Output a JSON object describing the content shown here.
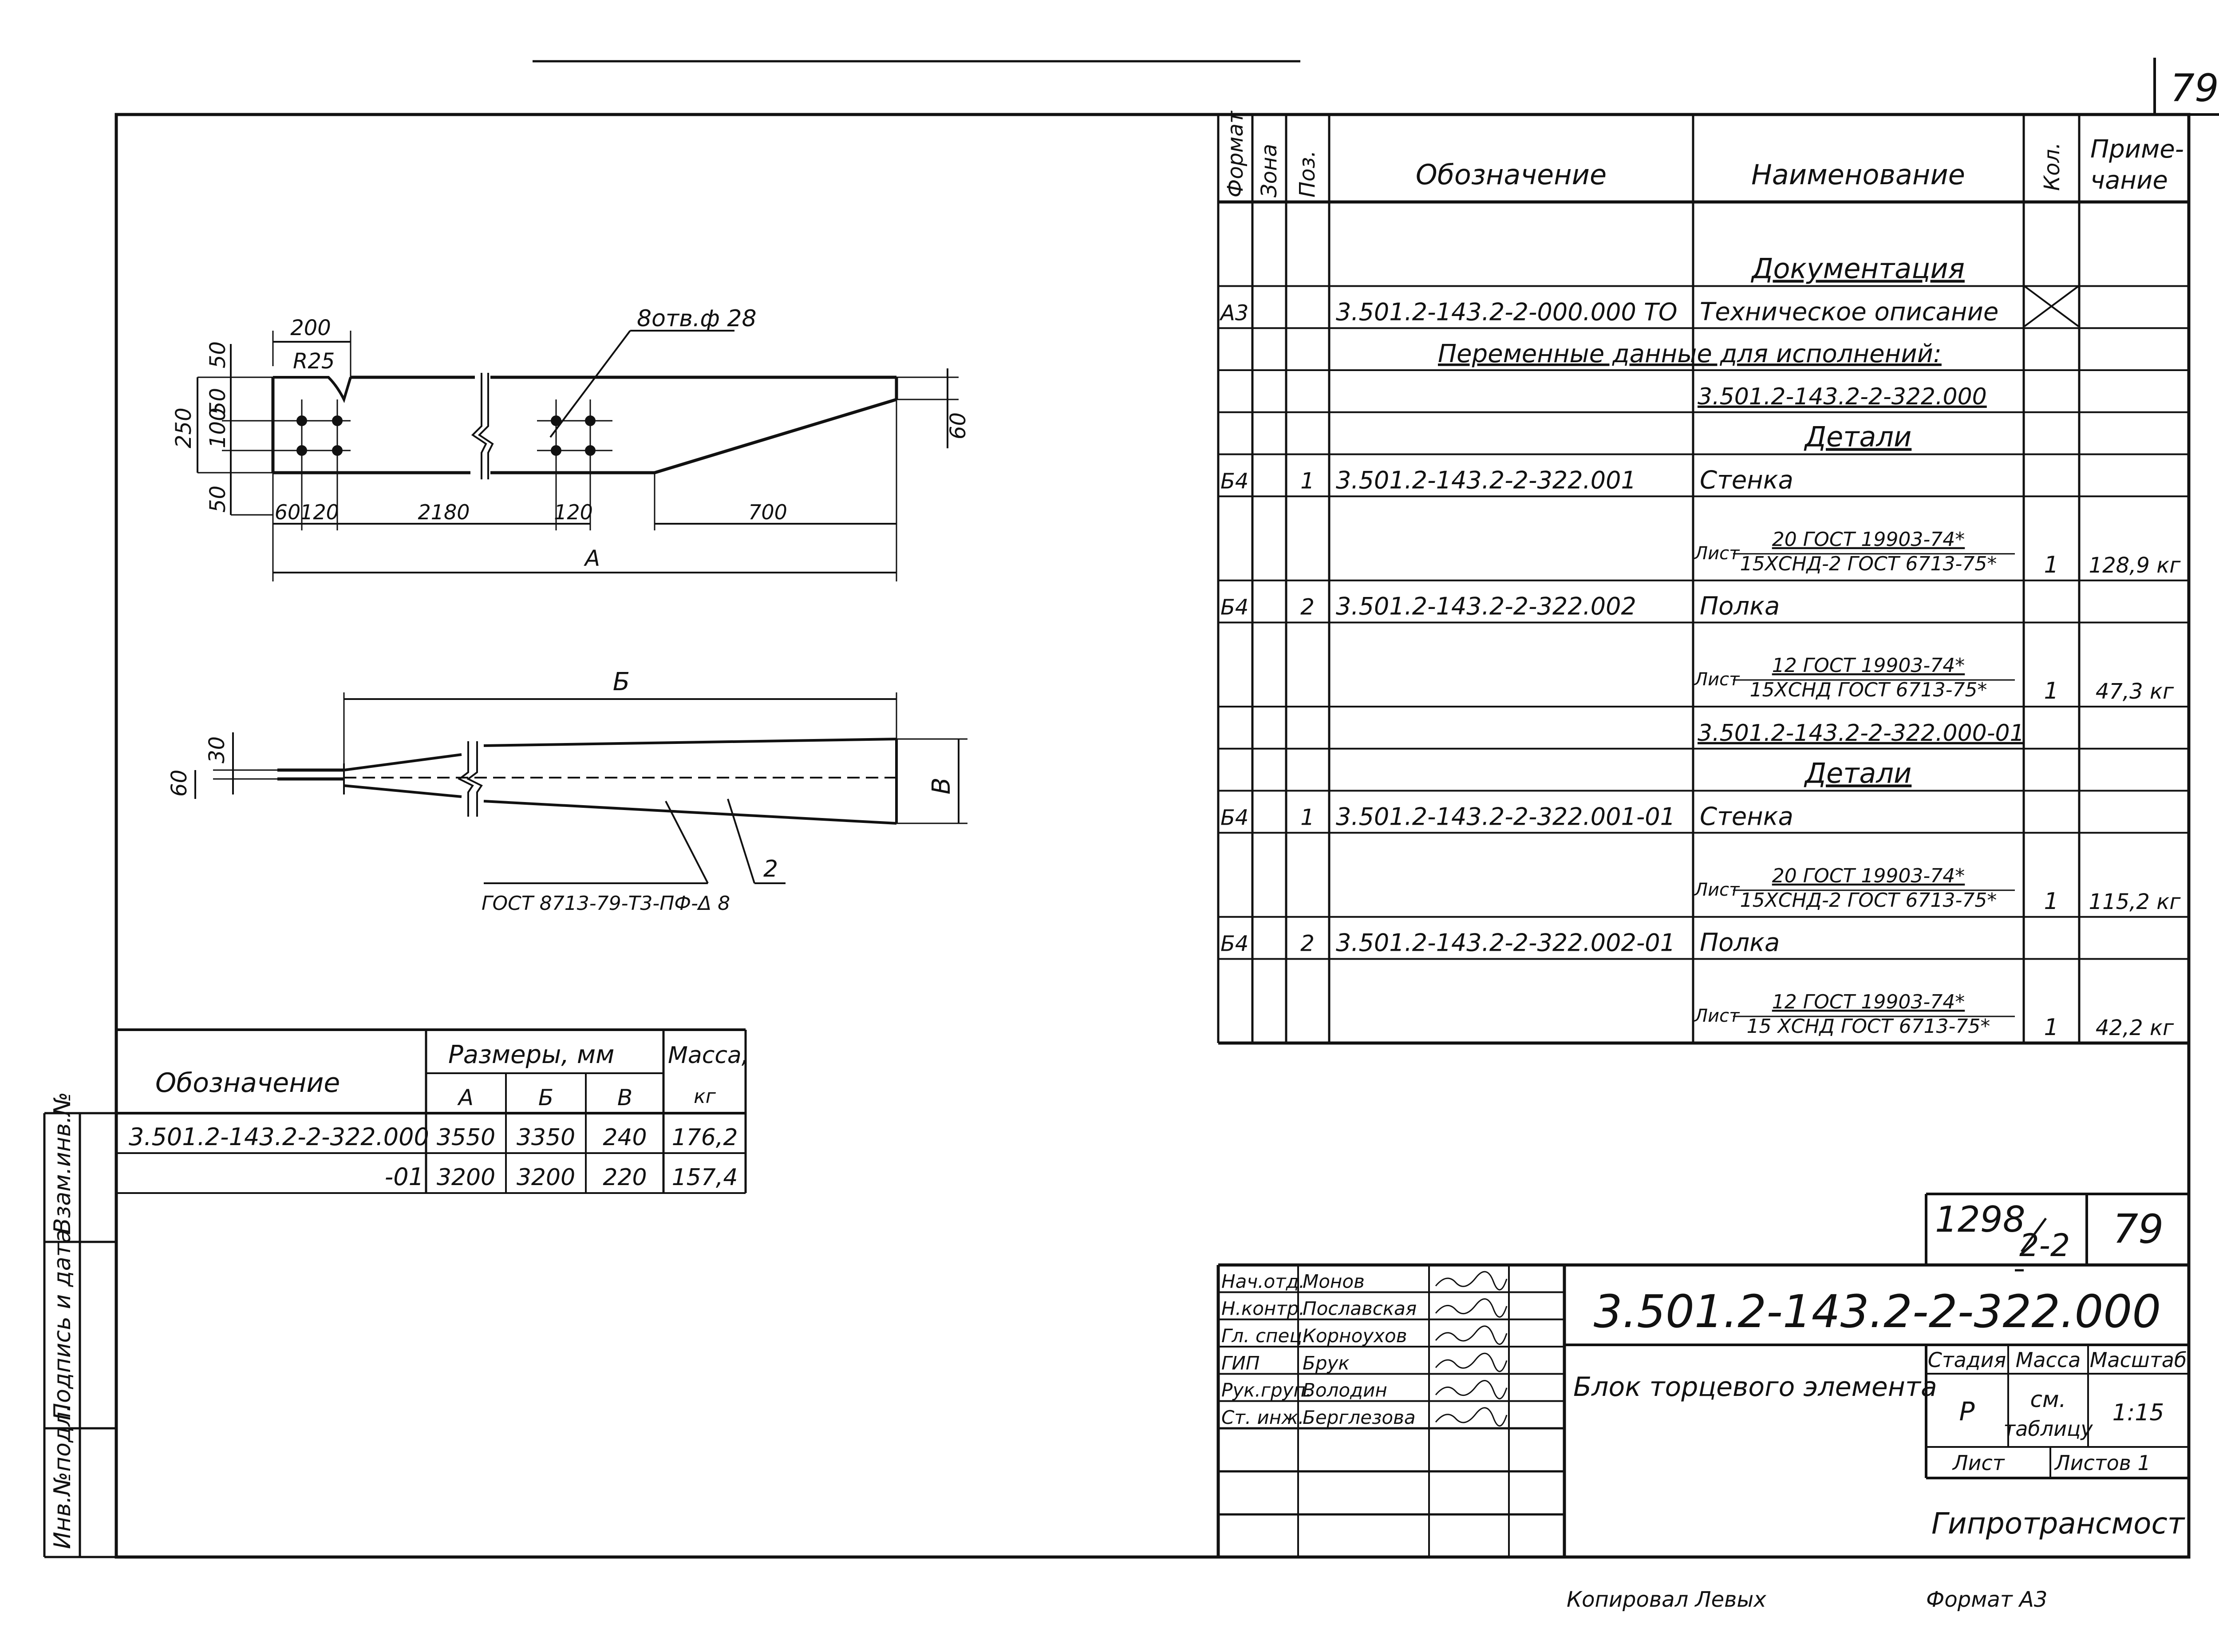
{
  "page_number": "79",
  "spec_header": {
    "format": "Формат",
    "zone": "Зона",
    "pos": "Поз.",
    "designation": "Обозначение",
    "name": "Наименование",
    "qty": "Кол.",
    "note1": "Приме-",
    "note2": "чание"
  },
  "spec_rows": [
    {
      "fmt": "",
      "zone": "",
      "pos": "",
      "designation": "",
      "name": "Документация",
      "qty": "",
      "note": "",
      "kind": "section"
    },
    {
      "fmt": "А3",
      "zone": "",
      "pos": "",
      "designation": "3.501.2-143.2-2-000.000 ТО",
      "name": "Техническое   описание",
      "qty": "",
      "note": "",
      "kind": "row"
    },
    {
      "fmt": "",
      "zone": "",
      "pos": "",
      "designation": "Переменные     данные для исполнений:",
      "name": "",
      "qty": "",
      "note": "",
      "kind": "span"
    },
    {
      "fmt": "",
      "zone": "",
      "pos": "",
      "designation": "",
      "name": "3.501.2-143.2-2-322.000",
      "qty": "",
      "note": "",
      "kind": "underlined"
    },
    {
      "fmt": "",
      "zone": "",
      "pos": "",
      "designation": "",
      "name": "Детали",
      "qty": "",
      "note": "",
      "kind": "section"
    },
    {
      "fmt": "Б4",
      "zone": "",
      "pos": "1",
      "designation": "3.501.2-143.2-2-322.001",
      "name": "Стенка",
      "qty": "",
      "note": "",
      "kind": "row"
    },
    {
      "fmt": "",
      "zone": "",
      "pos": "",
      "designation": "",
      "name_top": "20 ГОСТ 19903-74*",
      "name_bottom": "15ХСНД-2 ГОСТ 6713-75*",
      "prefix": "Лист",
      "qty": "1",
      "note": "128,9 кг",
      "kind": "fraction"
    },
    {
      "fmt": "Б4",
      "zone": "",
      "pos": "2",
      "designation": "3.501.2-143.2-2-322.002",
      "name": "Полка",
      "qty": "",
      "note": "",
      "kind": "row"
    },
    {
      "fmt": "",
      "zone": "",
      "pos": "",
      "designation": "",
      "name_top": "12 ГОСТ 19903-74*",
      "name_bottom": "15ХСНД ГОСТ 6713-75*",
      "prefix": "Лист",
      "qty": "1",
      "note": "47,3 кг",
      "kind": "fraction"
    },
    {
      "fmt": "",
      "zone": "",
      "pos": "",
      "designation": "",
      "name": "3.501.2-143.2-2-322.000-01",
      "qty": "",
      "note": "",
      "kind": "underlined"
    },
    {
      "fmt": "",
      "zone": "",
      "pos": "",
      "designation": "",
      "name": "Детали",
      "qty": "",
      "note": "",
      "kind": "section"
    },
    {
      "fmt": "Б4",
      "zone": "",
      "pos": "1",
      "designation": "3.501.2-143.2-2-322.001-01",
      "name": "Стенка",
      "qty": "",
      "note": "",
      "kind": "row"
    },
    {
      "fmt": "",
      "zone": "",
      "pos": "",
      "designation": "",
      "name_top": "20 ГОСТ 19903-74*",
      "name_bottom": "15ХСНД-2 ГОСТ 6713-75*",
      "prefix": "Лист",
      "qty": "1",
      "note": "115,2 кг",
      "kind": "fraction"
    },
    {
      "fmt": "Б4",
      "zone": "",
      "pos": "2",
      "designation": "3.501.2-143.2-2-322.002-01",
      "name": "Полка",
      "qty": "",
      "note": "",
      "kind": "row"
    },
    {
      "fmt": "",
      "zone": "",
      "pos": "",
      "designation": "",
      "name_top": "12 ГОСТ 19903-74*",
      "name_bottom": "15 ХСНД ГОСТ 6713-75*",
      "prefix": "Лист",
      "qty": "1",
      "note": "42,2 кг",
      "kind": "fraction"
    }
  ],
  "drawing_top": {
    "holes_callout": "8отв.ф 28",
    "dim_200": "200",
    "radius": "R25",
    "dim_50a": "50",
    "dim_250": "250",
    "dim_100": "100",
    "dim_50b": "50",
    "dim_50c": "50",
    "dim_60_right": "60",
    "dim_60": "60",
    "dim_120a": "120",
    "dim_2180": "2180",
    "dim_120b": "120",
    "dim_700": "700",
    "dim_A": "А"
  },
  "drawing_side": {
    "dim_B_top": "Б",
    "dim_30": "30",
    "dim_60": "60",
    "dim_V": "В",
    "weld_note": "ГОСТ 8713-79-Т3-ПФ-Δ 8",
    "pos_label": "2"
  },
  "size_table": {
    "h_designation": "Обозначение",
    "h_sizes": "Размеры,     мм",
    "h_mass1": "Масса,",
    "h_mass2": "кг",
    "h_A": "А",
    "h_B": "Б",
    "h_V": "В",
    "rows": [
      {
        "designation": "3.501.2-143.2-2-322.000",
        "A": "3550",
        "B": "3350",
        "V": "240",
        "mass": "176,2"
      },
      {
        "designation": "-01",
        "A": "3200",
        "B": "3200",
        "V": "220",
        "mass": "157,4"
      }
    ]
  },
  "left_margin": {
    "inv_podl": "Инв.№подл.",
    "podpis": "Подпись и дата",
    "vzam": "Взам.инв.№"
  },
  "title_block": {
    "album": "1298",
    "album_sub": "2-2",
    "sheet_page": "79",
    "doc_code": "3.501.2-143.2-2-322.000",
    "title": "Блок торцевого  элемента",
    "stage_h": "Стадия",
    "mass_h": "Масса",
    "scale_h": "Масштаб",
    "stage": "Р",
    "mass1": "см.",
    "mass2": "таблицу",
    "scale": "1:15",
    "sheet_h": "Лист",
    "sheets_h": "Листов 1",
    "org": "Гипротрансмост",
    "people": [
      {
        "role": "Нач.отд.",
        "name": "Монов"
      },
      {
        "role": "Н.контр.",
        "name": "Пославская"
      },
      {
        "role": "Гл. спец.",
        "name": "Корноухов"
      },
      {
        "role": "ГИП",
        "name": "Брук"
      },
      {
        "role": "Рук.груп.",
        "name": "Володин"
      },
      {
        "role": "Ст. инж.",
        "name": "Берглезова"
      }
    ]
  },
  "footer": {
    "copied": "Копировал   Левых",
    "format": "Формат  А3"
  }
}
